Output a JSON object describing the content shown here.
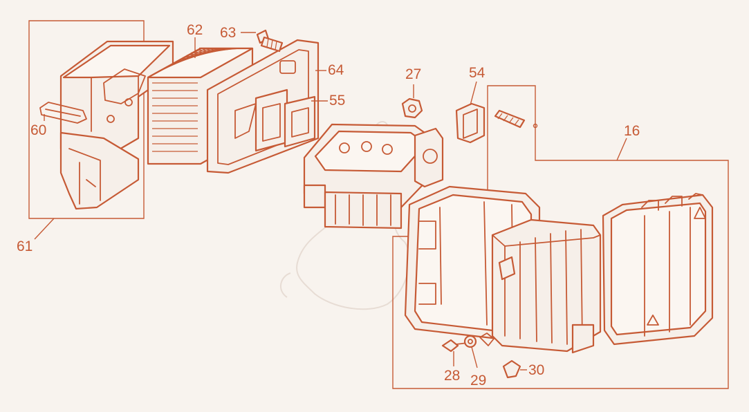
{
  "colors": {
    "line": "#c65a35",
    "background": "#f8f3ee",
    "fill": "#f6efe9"
  },
  "callouts": {
    "p16": "16",
    "p27": "27",
    "p28": "28",
    "p29": "29",
    "p30": "30",
    "p54": "54",
    "p55": "55",
    "p60": "60",
    "p61": "61",
    "p62": "62",
    "p63": "63",
    "p64": "64"
  }
}
